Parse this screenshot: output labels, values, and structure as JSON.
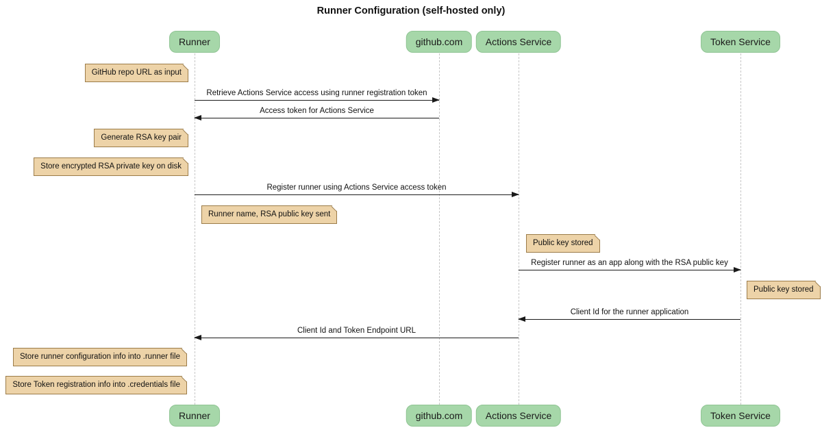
{
  "title": "Runner Configuration (self-hosted only)",
  "participants": [
    {
      "label": "Runner"
    },
    {
      "label": "github.com"
    },
    {
      "label": "Actions Service"
    },
    {
      "label": "Token Service"
    }
  ],
  "messages": [
    {
      "label": "Retrieve Actions Service access using runner registration token",
      "from": "Runner",
      "to": "github.com",
      "direction": "right"
    },
    {
      "label": "Access token for Actions Service",
      "from": "github.com",
      "to": "Runner",
      "direction": "left"
    },
    {
      "label": "Register runner using Actions Service access token",
      "from": "Runner",
      "to": "Actions Service",
      "direction": "right"
    },
    {
      "label": "Register runner as an app along with the RSA public key",
      "from": "Actions Service",
      "to": "Token Service",
      "direction": "right"
    },
    {
      "label": "Client Id for the runner application",
      "from": "Token Service",
      "to": "Actions Service",
      "direction": "left"
    },
    {
      "label": "Client Id and Token Endpoint URL",
      "from": "Actions Service",
      "to": "Runner",
      "direction": "left"
    }
  ],
  "notes": [
    {
      "text": "GitHub repo URL as input",
      "position": "left of Runner"
    },
    {
      "text": "Generate RSA key pair",
      "position": "left of Runner"
    },
    {
      "text": "Store encrypted RSA private key on disk",
      "position": "left of Runner"
    },
    {
      "text": "Runner name, RSA public key sent",
      "position": "right of Runner"
    },
    {
      "text": "Public key stored",
      "position": "right of Actions Service"
    },
    {
      "text": "Public key stored",
      "position": "right of Token Service"
    },
    {
      "text": "Store runner configuration info into .runner file",
      "position": "left of Runner"
    },
    {
      "text": "Store Token registration info into .credentials file",
      "position": "left of Runner"
    }
  ],
  "colors": {
    "actor_fill": "#a6d7a9",
    "actor_border": "#8fc493",
    "note_fill": "#edd3a8",
    "note_border": "#9b7b48",
    "lifeline": "#c6c6c6",
    "arrow": "#1a1a1a",
    "background": "#ffffff"
  }
}
